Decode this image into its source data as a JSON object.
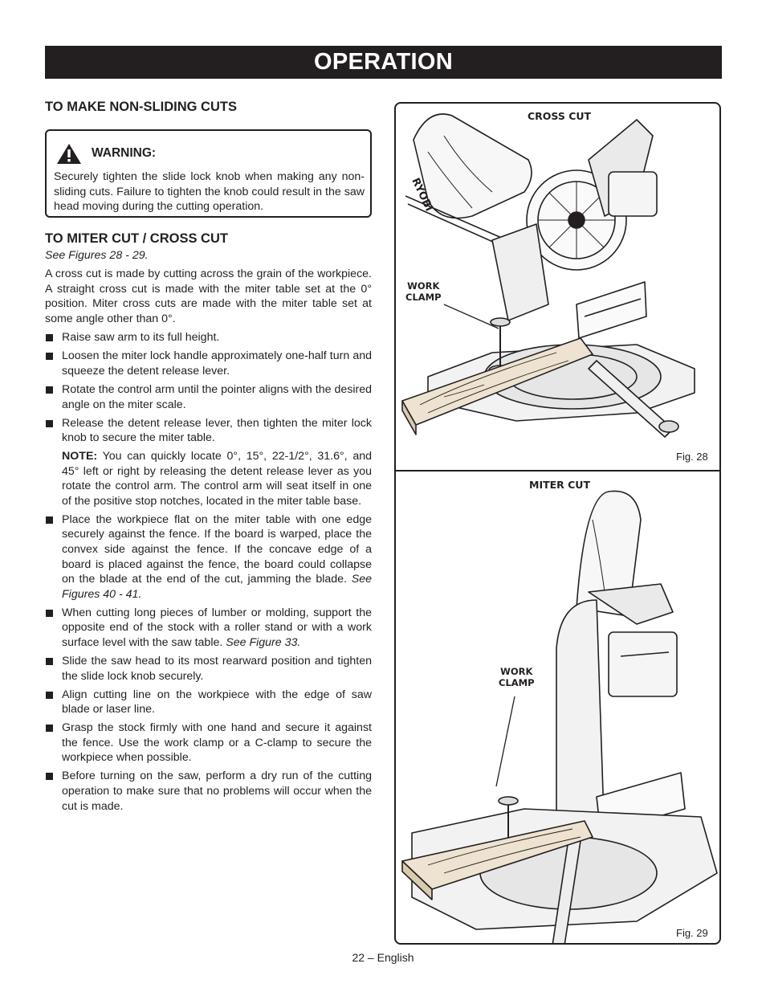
{
  "header": {
    "title": "OPERATION"
  },
  "non_sliding": {
    "heading": "TO MAKE NON-SLIDING CUTS",
    "warning_title": "WARNING:",
    "warning_text": "Securely tighten the slide lock knob when making any non-sliding cuts. Failure to tighten the knob could result in the saw head moving during the cutting operation."
  },
  "miter": {
    "heading": "TO MITER CUT / CROSS CUT",
    "see_figures": "See Figures 28 - 29.",
    "intro": "A cross cut is made by cutting across the grain of the workpiece. A straight cross cut is made with the miter table set at the 0° position. Miter cross cuts are made with the miter table set at some angle other than 0°.",
    "steps": [
      "Raise saw arm to its full height.",
      "Loosen the miter lock handle approximately one-half turn and squeeze the detent release lever.",
      "Rotate the control arm until the pointer aligns with the desired angle on the miter scale.",
      "Release the detent release lever, then tighten the miter lock knob to secure the miter table."
    ],
    "note_label": "NOTE:",
    "note_text": "You can quickly locate 0°, 15°, 22-1/2°, 31.6°, and 45° left or right by releasing the detent release lever as you rotate the control arm. The control arm will seat itself in one of the positive stop notches, located in the miter table base.",
    "step_workpiece": "Place the workpiece flat on the miter table with one edge securely against the fence. If the board is warped, place the convex side against the fence. If the concave edge of a board is placed against the fence, the board could collapse on the blade at the end of the cut, jamming the blade.",
    "step_workpiece_ref": "See Figures 40 - 41.",
    "step_long": "When cutting long pieces of lumber or molding, support the opposite end of the stock with a roller stand or with a work surface level with the saw table.",
    "step_long_ref": "See Figure 33.",
    "steps_tail": [
      "Slide the saw head to its most rearward position and tighten the slide lock knob securely.",
      "Align cutting line on the workpiece with the edge of saw blade or laser line.",
      "Grasp the stock firmly with one hand and secure it against the fence. Use the work clamp or a C-clamp to secure the workpiece when possible.",
      "Before turning on the saw, perform a dry run of the cutting operation to make sure that no problems will occur when the cut is made."
    ]
  },
  "figures": {
    "fig28": {
      "title": "CROSS CUT",
      "callout_line1": "WORK",
      "callout_line2": "CLAMP",
      "label": "Fig. 28",
      "brand": "RYOBI"
    },
    "fig29": {
      "title": "MITER CUT",
      "callout_line1": "WORK",
      "callout_line2": "CLAMP",
      "label": "Fig. 29"
    }
  },
  "footer": {
    "page": "22 – English"
  }
}
